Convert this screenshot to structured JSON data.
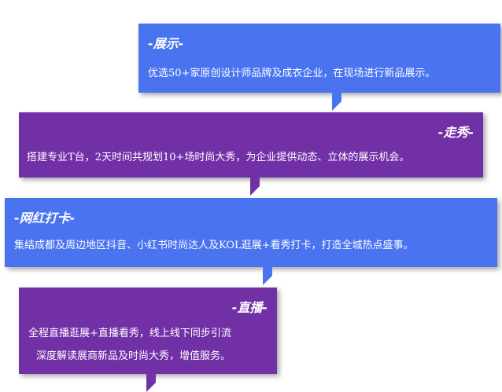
{
  "cards": [
    {
      "title": "-展示-",
      "text": "优选50+家原创设计师品牌及成衣企业，在现场进行新品展示。",
      "color": "#4a73f0"
    },
    {
      "title": "-走秀-",
      "text": "搭建专业T台，2天时间共规划10+场时尚大秀，为企业提供动态、立体的展示机会。",
      "color": "#7230a6"
    },
    {
      "title": "-网红打卡-",
      "text": "集结成都及周边地区抖音、小红书时尚达人及KOL逛展+看秀打卡，打造全城热点盛事。",
      "color": "#4a73f0"
    },
    {
      "title": "-直播-",
      "lines": [
        "全程直播逛展+直播看秀，线上线下同步引流",
        "深度解读展商新品及时尚大秀，增值服务。"
      ],
      "color": "#7230a6"
    }
  ]
}
